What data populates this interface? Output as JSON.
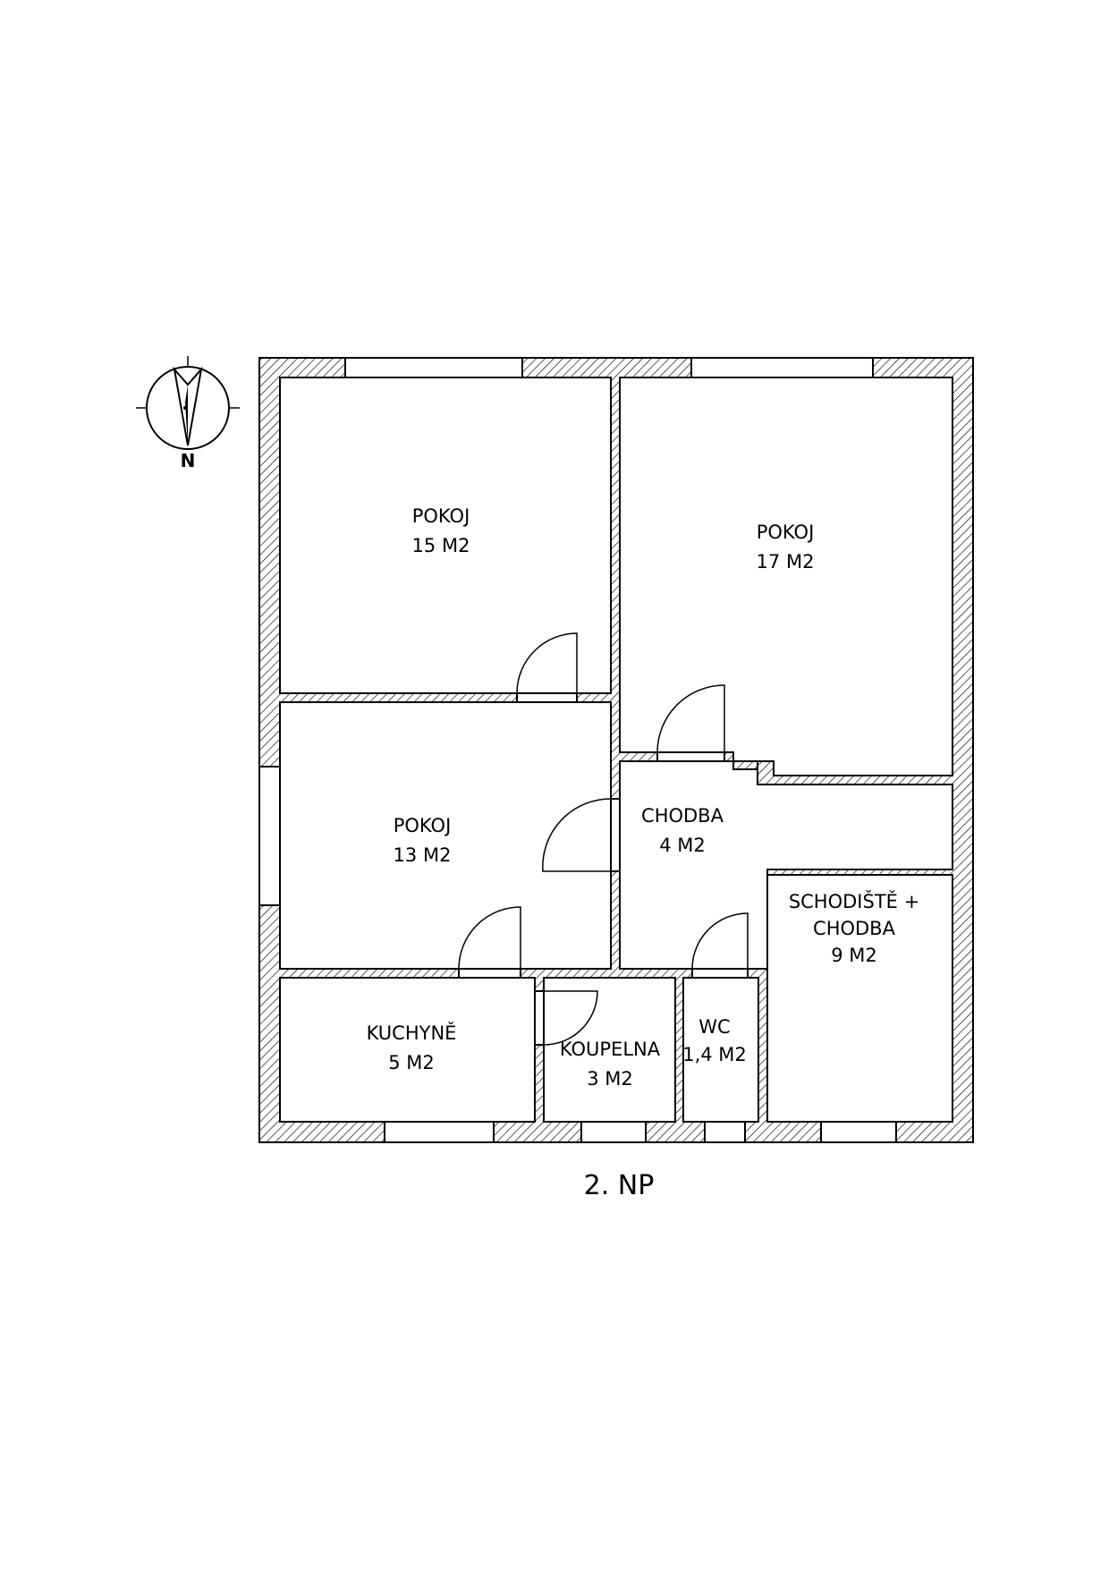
{
  "floor_label": "2. NP",
  "compass": {
    "label": "N"
  },
  "rooms": [
    {
      "id": "pokoj-15",
      "name": "POKOJ",
      "area": "15 M2"
    },
    {
      "id": "pokoj-17",
      "name": "POKOJ",
      "area": "17 M2"
    },
    {
      "id": "pokoj-13",
      "name": "POKOJ",
      "area": "13 M2"
    },
    {
      "id": "chodba-4",
      "name": "CHODBA",
      "area": "4 M2"
    },
    {
      "id": "schodiste",
      "name_line1": "SCHODIŠTĚ +",
      "name_line2": "CHODBA",
      "area": "9 M2"
    },
    {
      "id": "kuchyne",
      "name": "KUCHYNĚ",
      "area": "5 M2"
    },
    {
      "id": "koupelna",
      "name": "KOUPELNA",
      "area": "3 M2"
    },
    {
      "id": "wc",
      "name": "WC",
      "area": "1,4 M2"
    }
  ]
}
